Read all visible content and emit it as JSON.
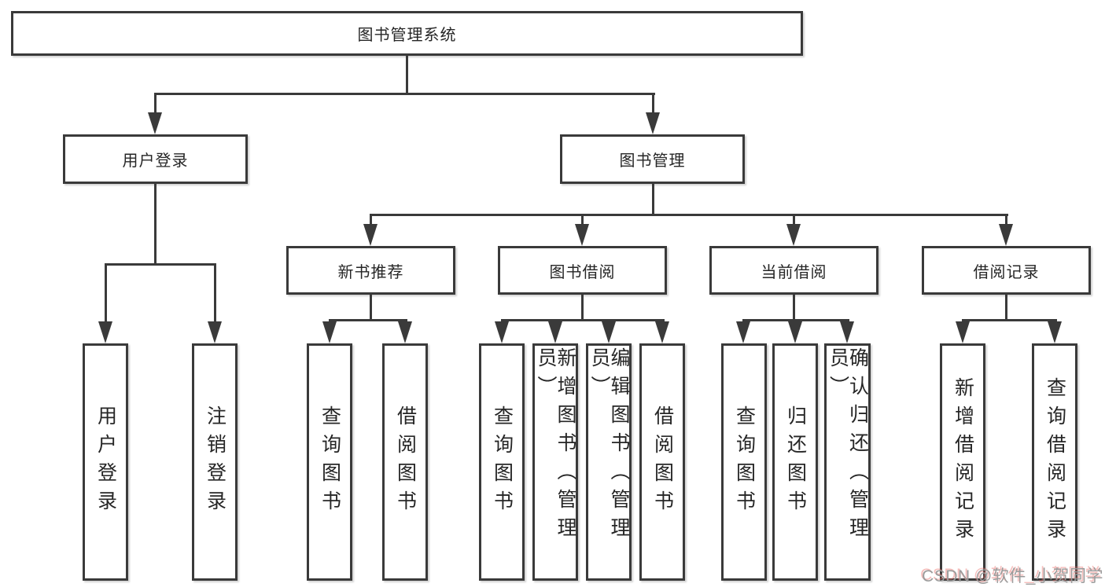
{
  "diagram": {
    "title": "图书管理系统",
    "watermark": "CSDN @软件_小贺同学",
    "colors": {
      "line": "#3a3a3a",
      "text": "#262626",
      "box_background": "#ffffff",
      "watermark_gray": "#9b9b9b",
      "watermark_red_shadow": "#eb6e6a"
    }
  },
  "nodes": {
    "root": "图书管理系统",
    "user_login": "用户登录",
    "book_mgmt": "图书管理",
    "new_book": "新书推荐",
    "book_borrow": "图书借阅",
    "current_borrow": "当前借阅",
    "borrow_record": "借阅记录",
    "ul_login": "用户登录",
    "ul_logout": "注销登录",
    "nb_query": "查询图书",
    "nb_borrow": "借阅图书",
    "bb_query": "查询图书",
    "bb_add": "新增图书（管理员）",
    "bb_edit": "编辑图书（管理员）",
    "bb_borrow": "借阅图书",
    "cb_query": "查询图书",
    "cb_return": "归还图书",
    "cb_confirm": "确认归还（管理员）",
    "br_add": "新增借阅记录",
    "br_query": "查询借阅记录"
  }
}
